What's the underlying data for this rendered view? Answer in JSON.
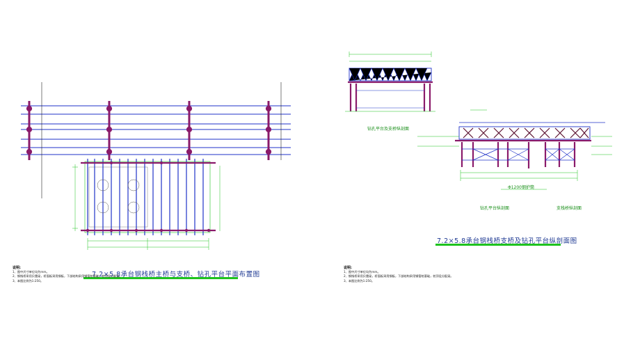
{
  "left_drawing": {
    "title": "7.2×5.8承台钢栈桥主桥与支桥、钻孔平台平面布置图"
  },
  "right_drawing": {
    "title": "7.2×5.8承台钢栈桥支桥及钻孔平台纵剖面图",
    "labels": {
      "upper_section": "钻孔平台及支桥纵剖面",
      "pile_callout": "Φ1200钢护筒",
      "platform_section": "钻孔平台纵剖面",
      "branch_section": "支栈桥纵剖面"
    }
  },
  "notes": {
    "heading": "说明:",
    "items": [
      "1、图中尺寸单位均为mm。",
      "2、钢栈桥采用贝雷梁，桥面板采用钢板，下部结构采用钢管桩基础，桩顶设分配梁。",
      "3、本图比例为1:250。"
    ]
  },
  "colors": {
    "structure_blue": "#1f32c8",
    "pier_purple": "#8a1a6a",
    "dimension_green": "#1ec31e",
    "title_blue": "#1f3a93"
  }
}
